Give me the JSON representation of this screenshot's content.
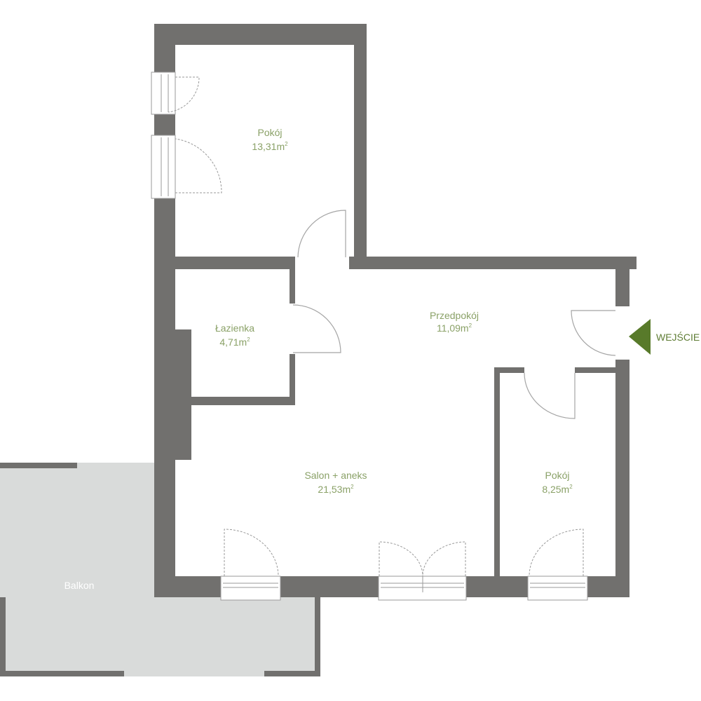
{
  "rooms": {
    "pokoj1": {
      "name": "Pokój",
      "area": "13,31m",
      "unit_sup": "2"
    },
    "lazienka": {
      "name": "Łazienka",
      "area": "4,71m",
      "unit_sup": "2"
    },
    "przedpokoj": {
      "name": "Przedpokój",
      "area": "11,09m",
      "unit_sup": "2"
    },
    "salon": {
      "name": "Salon + aneks",
      "area": "21,53m",
      "unit_sup": "2"
    },
    "pokoj2": {
      "name": "Pokój",
      "area": "8,25m",
      "unit_sup": "2"
    },
    "balkon": {
      "name": "Balkon"
    }
  },
  "entrance": {
    "label": "WEJŚCIE"
  },
  "colors": {
    "wall": "#71706e",
    "balcony": "#d9dbda",
    "label": "#8aa167",
    "entrance": "#587a2a"
  }
}
